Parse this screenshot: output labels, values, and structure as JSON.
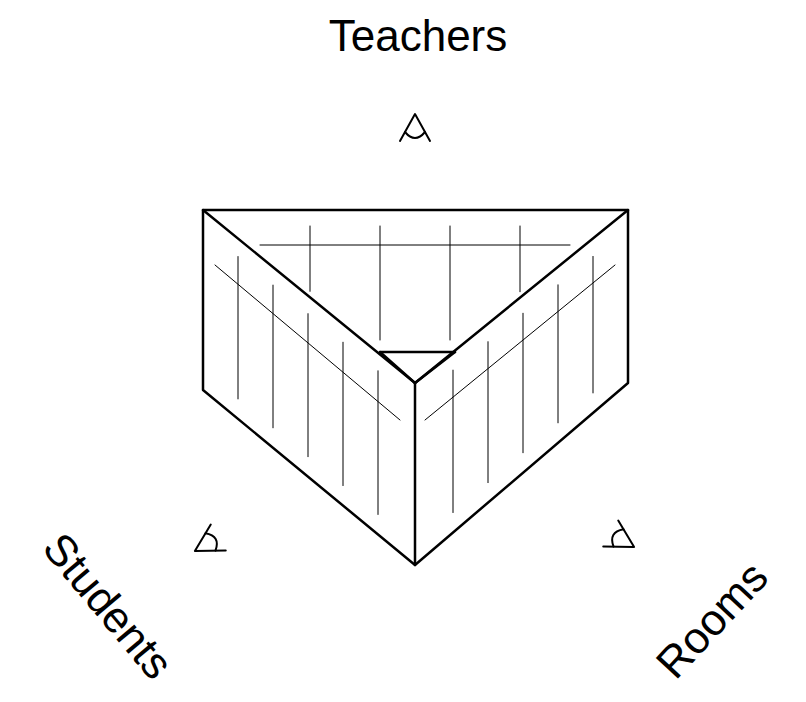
{
  "diagram": {
    "labels": [
      "Teachers",
      "Students",
      "Rooms"
    ]
  }
}
